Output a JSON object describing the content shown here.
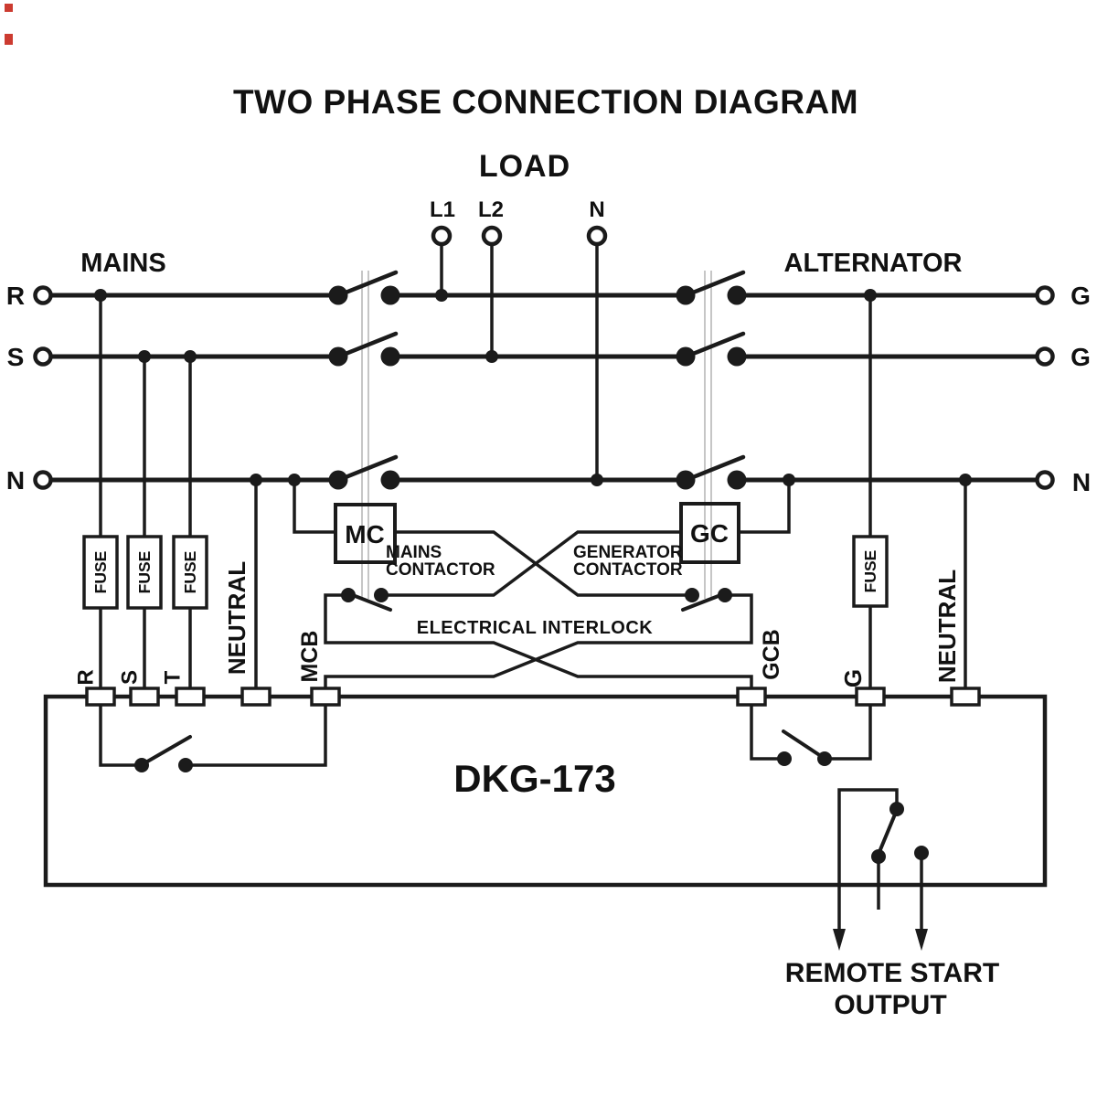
{
  "title": "TWO PHASE CONNECTION DIAGRAM",
  "load": {
    "label": "LOAD",
    "l1": "L1",
    "l2": "L2",
    "n": "N"
  },
  "mains": {
    "label": "MAINS",
    "r": "R",
    "s": "S",
    "n": "N"
  },
  "alternator": {
    "label": "ALTERNATOR",
    "g1": "G",
    "g2": "G",
    "n": "N"
  },
  "fuse_label": "FUSE",
  "neutral_label": "NEUTRAL",
  "mc": {
    "label": "MC",
    "caption_line1": "MAINS",
    "caption_line2": "CONTACTOR"
  },
  "gc": {
    "label": "GC",
    "caption_line1": "GENERATOR",
    "caption_line2": "CONTACTOR"
  },
  "interlock_label": "ELECTRICAL INTERLOCK",
  "dkg": {
    "label": "DKG-173",
    "mcb": "MCB",
    "gcb": "GCB",
    "r": "R",
    "s": "S",
    "t": "T",
    "g": "G"
  },
  "remote_start": {
    "line1": "REMOTE START",
    "line2": "OUTPUT"
  },
  "colors": {
    "wire": "#1b1b1b",
    "linkage": "#c6c6c6",
    "background": "#ffffff",
    "text": "#111111",
    "edge_mark_red": "#cc3b30"
  }
}
